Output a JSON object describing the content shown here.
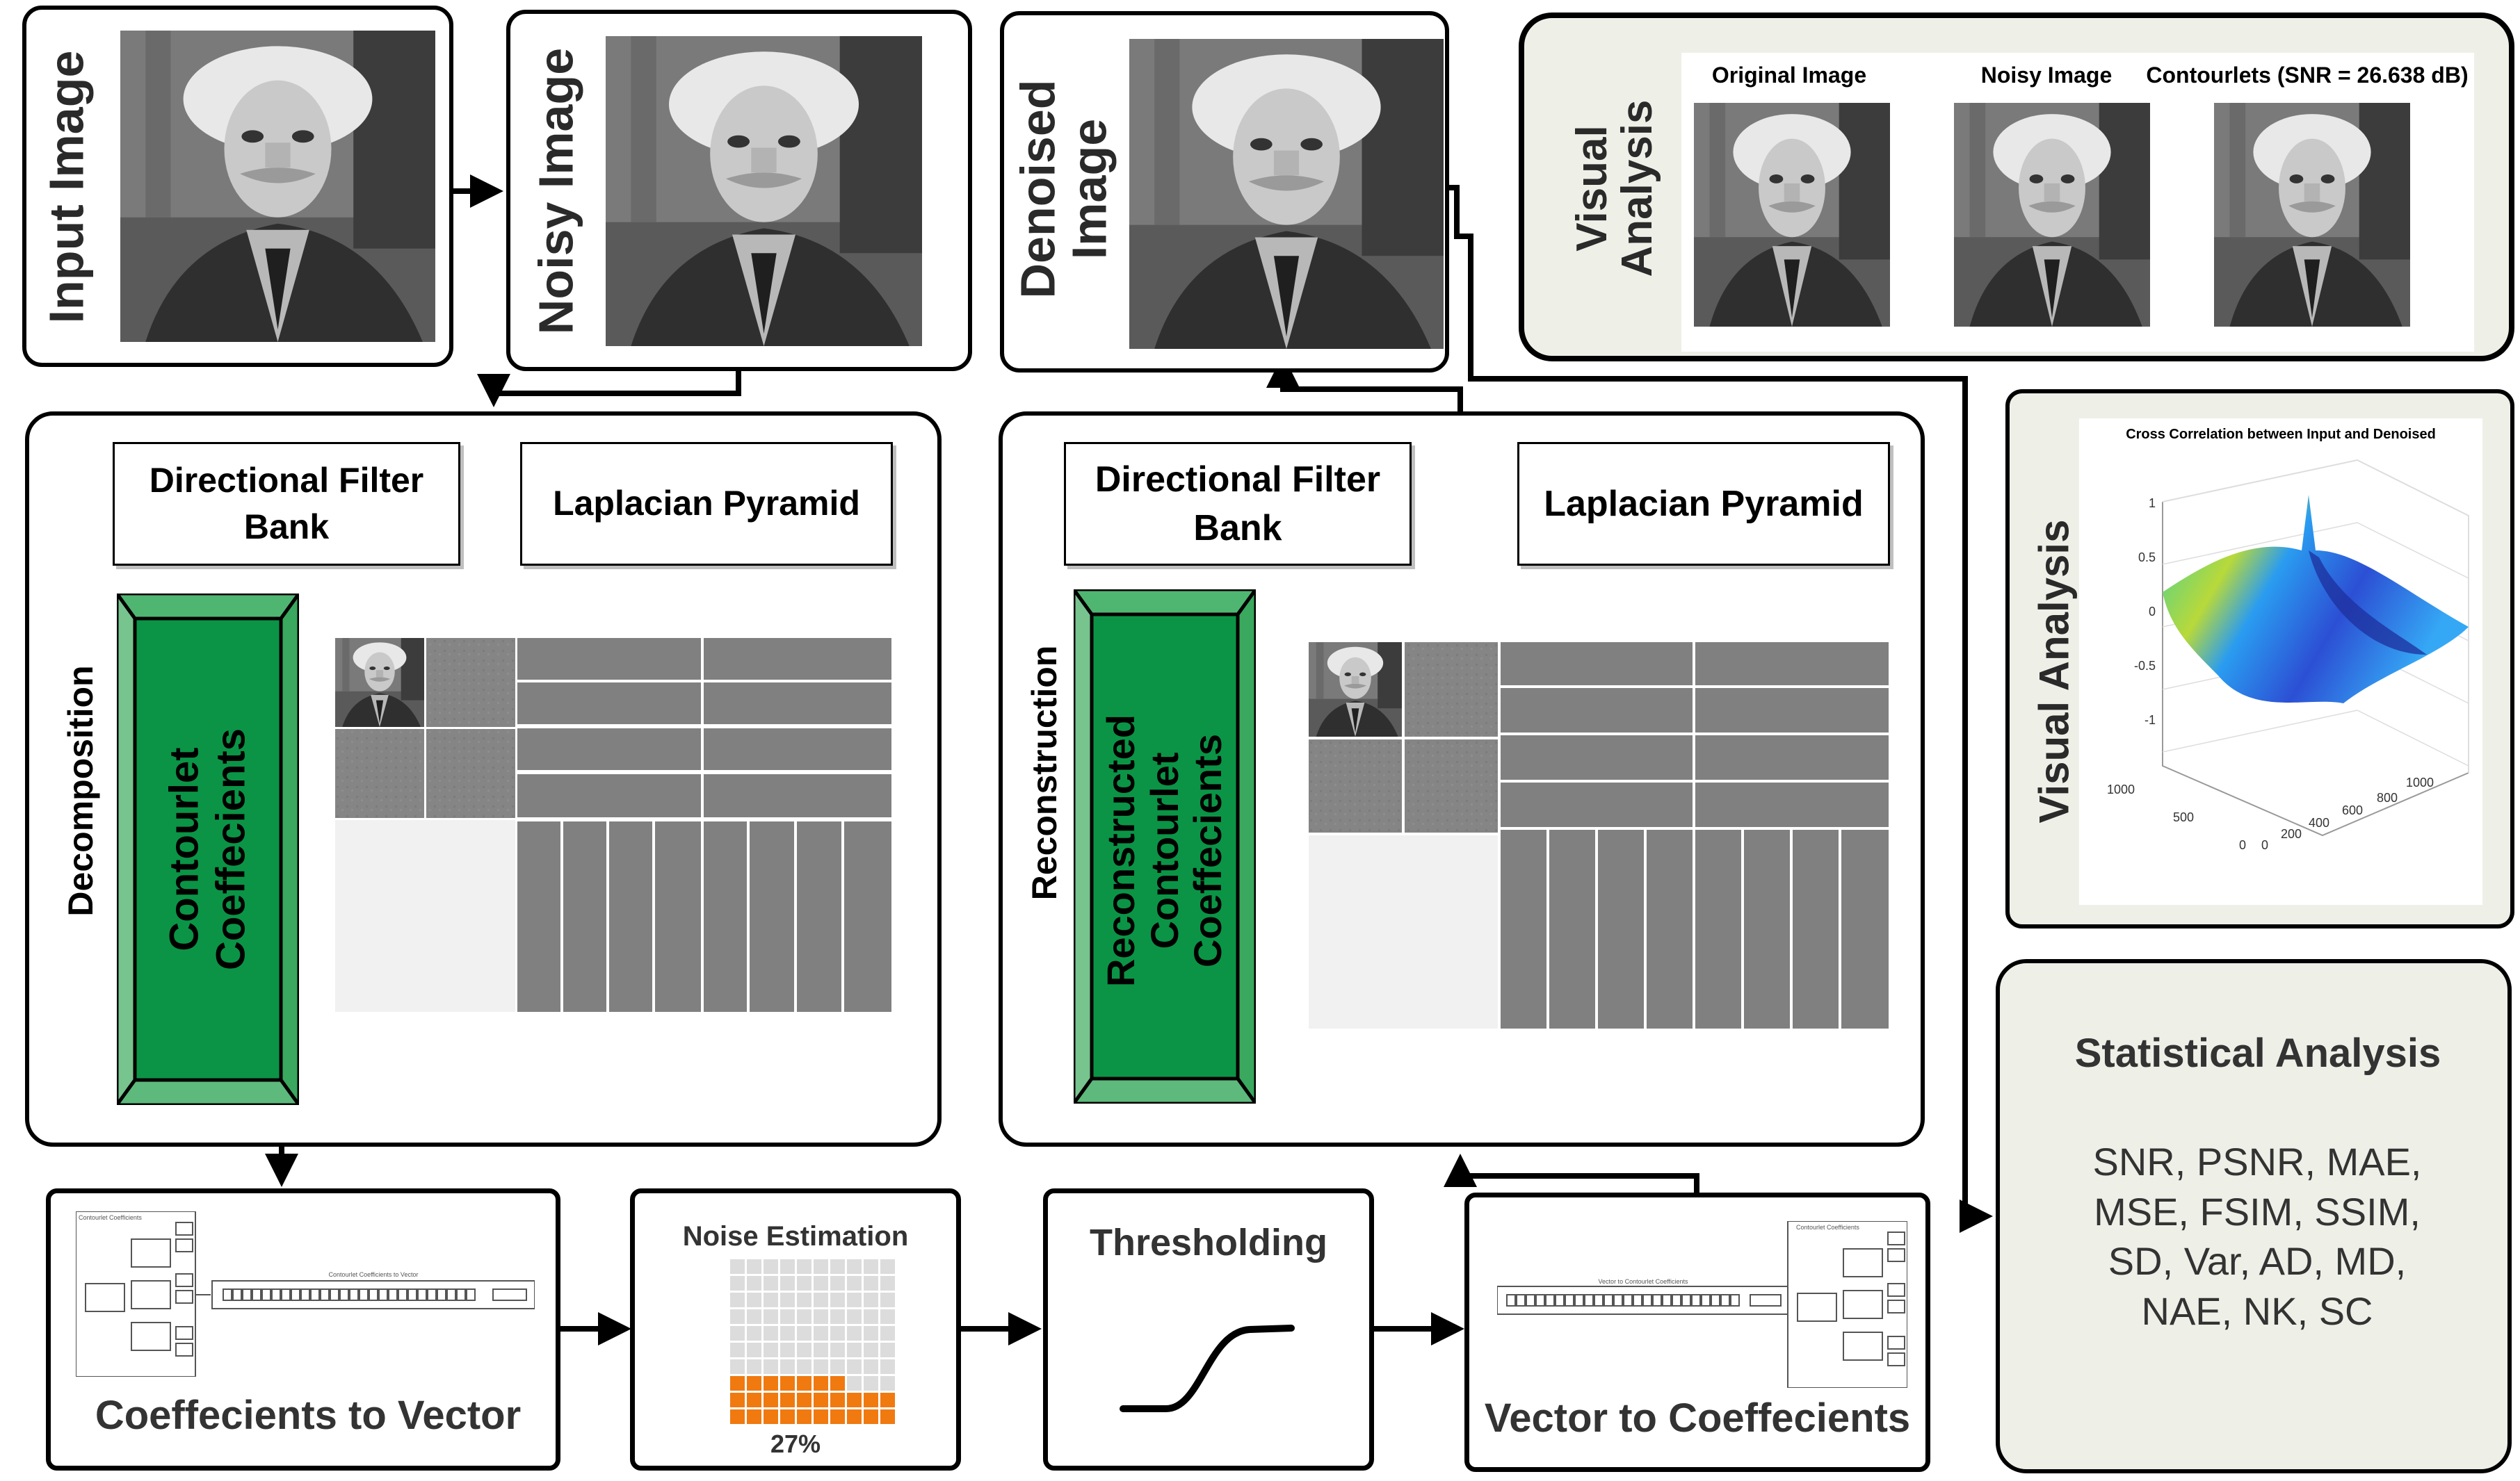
{
  "stages": {
    "input": "Input Image",
    "noisy": "Noisy Image",
    "denoised_l1": "Denoised",
    "denoised_l2": "Image"
  },
  "visual_top": {
    "label_l1": "Visual",
    "label_l2": "Analysis",
    "original": "Original Image",
    "noisy": "Noisy Image",
    "contourlets": "Contourlets (SNR = 26.638 dB)"
  },
  "decomposition": {
    "side_label": "Decomposition",
    "dfb_l1": "Directional Filter",
    "dfb_l2": "Bank",
    "lp": "Laplacian Pyramid",
    "coeff_l1": "Contourlet",
    "coeff_l2": "Coeffecients"
  },
  "reconstruction": {
    "side_label": "Reconstruction",
    "dfb_l1": "Directional Filter",
    "dfb_l2": "Bank",
    "lp": "Laplacian Pyramid",
    "coeff_l1": "Reconstructed",
    "coeff_l2": "Contourlet",
    "coeff_l3": "Coeffecients"
  },
  "visual_right": {
    "label": "Visual Analysis",
    "chart_title": "Cross Correlation between Input and Denoised"
  },
  "chart_data": {
    "type": "surface",
    "title": "Cross Correlation between Input and Denoised",
    "zticks": [
      "1",
      "0.5",
      "0",
      "-0.5",
      "-1"
    ],
    "yticks": [
      "1000",
      "500",
      "0"
    ],
    "xticks": [
      "0",
      "200",
      "400",
      "600",
      "800",
      "1000"
    ],
    "zlim": [
      -1,
      1
    ],
    "grid": true
  },
  "statistical": {
    "title": "Statistical Analysis",
    "line1": "SNR, PSNR, MAE,",
    "line2": "MSE, FSIM, SSIM,",
    "line3": "SD, Var, AD, MD,",
    "line4": "NAE, NK, SC"
  },
  "pipeline": {
    "c2v": "Coeffecients to Vector",
    "c2v_vec": "Contourlet Coefficients to Vector",
    "c2v_head": "Contourlet Coefficients",
    "noise": "Noise Estimation",
    "noise_pct": "27%",
    "noise_fraction": 0.27,
    "thresholding": "Thresholding",
    "v2c": "Vector to Coeffecients",
    "v2c_vec": "Vector to Contourlet Coefficients",
    "v2c_head": "Contourlet Coefficients"
  },
  "colors": {
    "green_dark": "#0b9446",
    "green_light": "#6fc186",
    "orange": "#f07a10",
    "grid_gray": "#dcdcdc",
    "coeff_gray": "#808080"
  }
}
